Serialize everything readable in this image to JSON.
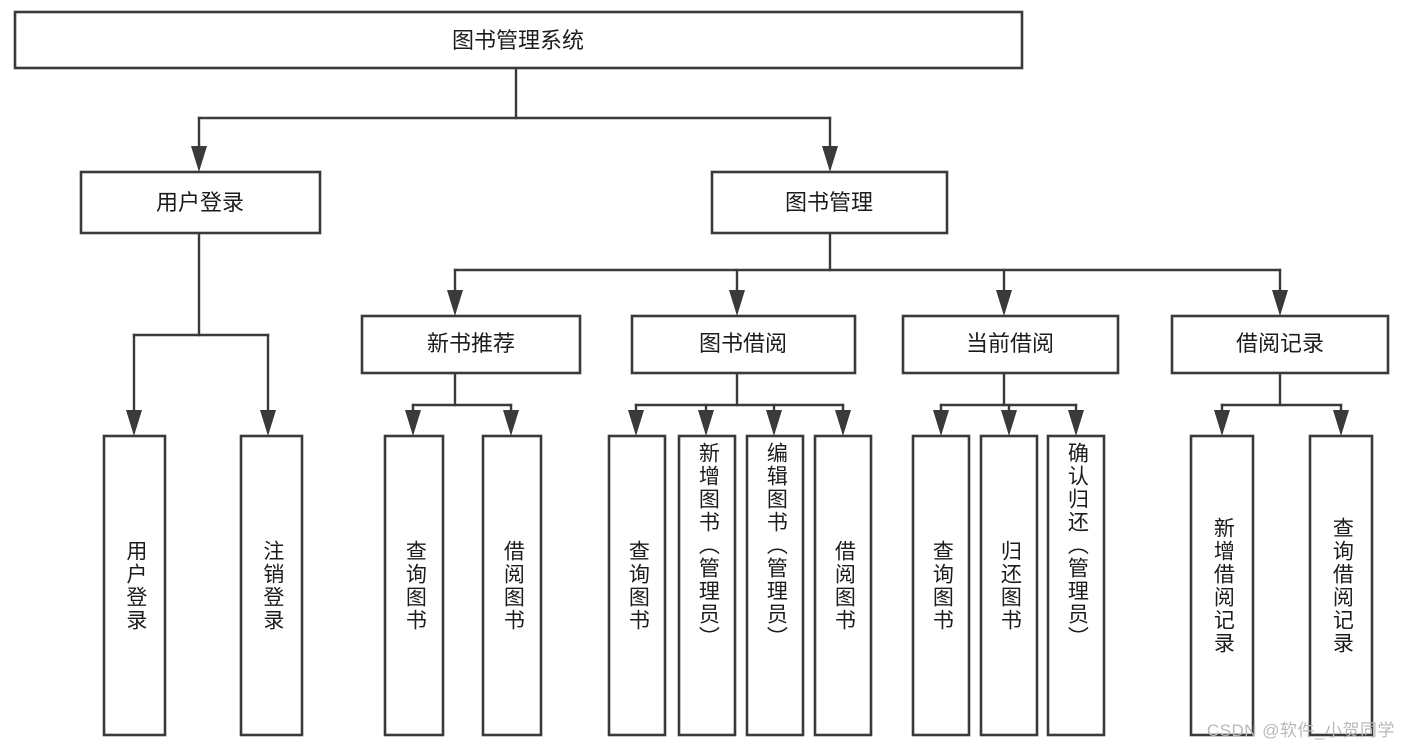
{
  "diagram": {
    "type": "tree-hierarchy-chart",
    "title": "图书管理系统",
    "watermark": "CSDN @软件_小贺同学",
    "colors": {
      "stroke": "#3a3a3a",
      "box_fill": "#ffffff",
      "text": "#1c1c1c",
      "background": "#ffffff",
      "watermark": "#b9b9b9"
    },
    "root": {
      "label": "图书管理系统",
      "orientation": "horizontal"
    },
    "level2": [
      {
        "label": "用户登录",
        "orientation": "horizontal"
      },
      {
        "label": "图书管理",
        "orientation": "horizontal"
      }
    ],
    "level3": [
      {
        "label": "新书推荐",
        "orientation": "horizontal"
      },
      {
        "label": "图书借阅",
        "orientation": "horizontal"
      },
      {
        "label": "当前借阅",
        "orientation": "horizontal"
      },
      {
        "label": "借阅记录",
        "orientation": "horizontal"
      }
    ],
    "leaves": [
      {
        "label": "用户登录",
        "parent": "用户登录",
        "orientation": "vertical"
      },
      {
        "label": "注销登录",
        "parent": "用户登录",
        "orientation": "vertical"
      },
      {
        "label": "查询图书",
        "parent": "新书推荐",
        "orientation": "vertical"
      },
      {
        "label": "借阅图书",
        "parent": "新书推荐",
        "orientation": "vertical"
      },
      {
        "label": "查询图书",
        "parent": "图书借阅",
        "orientation": "vertical"
      },
      {
        "label": "新增图书（管理员）",
        "parent": "图书借阅",
        "orientation": "vertical"
      },
      {
        "label": "编辑图书（管理员）",
        "parent": "图书借阅",
        "orientation": "vertical"
      },
      {
        "label": "借阅图书",
        "parent": "图书借阅",
        "orientation": "vertical"
      },
      {
        "label": "查询图书",
        "parent": "当前借阅",
        "orientation": "vertical"
      },
      {
        "label": "归还图书",
        "parent": "当前借阅",
        "orientation": "vertical"
      },
      {
        "label": "确认归还（管理员）",
        "parent": "当前借阅",
        "orientation": "vertical"
      },
      {
        "label": "新增借阅记录",
        "parent": "借阅记录",
        "orientation": "vertical"
      },
      {
        "label": "查询借阅记录",
        "parent": "借阅记录",
        "orientation": "vertical"
      }
    ]
  }
}
